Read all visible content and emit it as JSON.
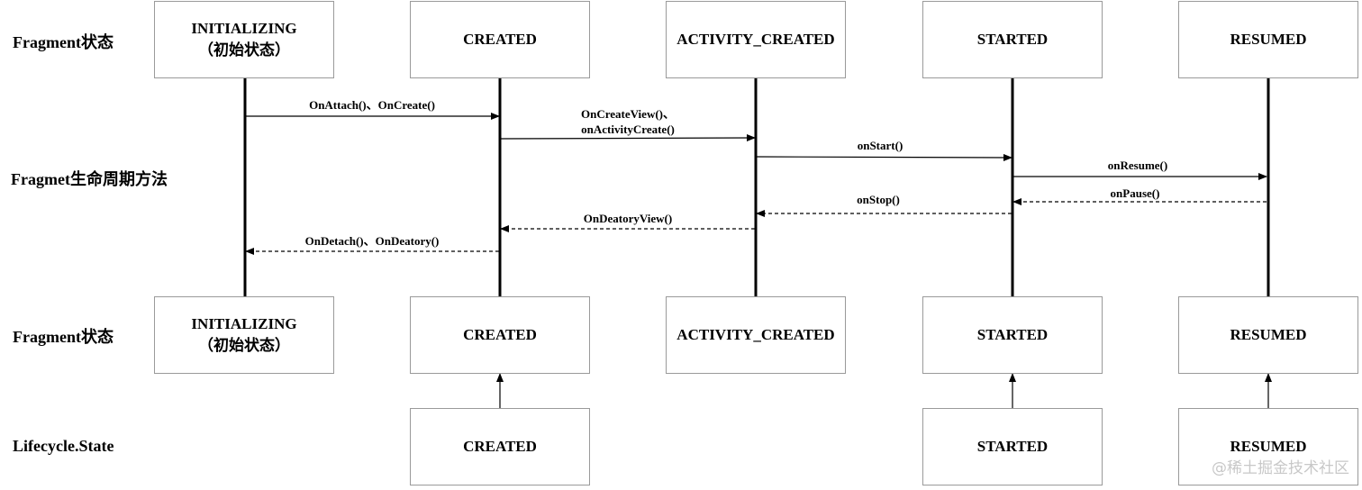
{
  "row_labels": {
    "fragment_state_top": "Fragment状态",
    "lifecycle_methods": "Fragmet生命周期方法",
    "fragment_state_bottom": "Fragment状态",
    "lifecycle_state": "Lifecycle.State"
  },
  "states_top": [
    {
      "line1": "INITIALIZING",
      "line2": "（初始状态）"
    },
    {
      "line1": "CREATED",
      "line2": ""
    },
    {
      "line1": "ACTIVITY_CREATED",
      "line2": ""
    },
    {
      "line1": "STARTED",
      "line2": ""
    },
    {
      "line1": "RESUMED",
      "line2": ""
    }
  ],
  "states_bottom": [
    {
      "line1": "INITIALIZING",
      "line2": "（初始状态）"
    },
    {
      "line1": "CREATED",
      "line2": ""
    },
    {
      "line1": "ACTIVITY_CREATED",
      "line2": ""
    },
    {
      "line1": "STARTED",
      "line2": ""
    },
    {
      "line1": "RESUMED",
      "line2": ""
    }
  ],
  "lifecycle_states": [
    {
      "label": "CREATED"
    },
    {
      "label": "STARTED"
    },
    {
      "label": "RESUMED"
    }
  ],
  "messages": [
    {
      "lines": [
        "OnAttach()、OnCreate()"
      ],
      "style": "solid"
    },
    {
      "lines": [
        "OnCreateView()、",
        "onActivityCreate()"
      ],
      "style": "solid"
    },
    {
      "lines": [
        "onStart()"
      ],
      "style": "solid"
    },
    {
      "lines": [
        "onResume()"
      ],
      "style": "solid"
    },
    {
      "lines": [
        "onPause()"
      ],
      "style": "dashed"
    },
    {
      "lines": [
        "onStop()"
      ],
      "style": "dashed"
    },
    {
      "lines": [
        "OnDeatoryView()"
      ],
      "style": "dashed"
    },
    {
      "lines": [
        "OnDetach()、OnDeatory()"
      ],
      "style": "dashed"
    }
  ],
  "watermark": "@稀土掘金技术社区"
}
